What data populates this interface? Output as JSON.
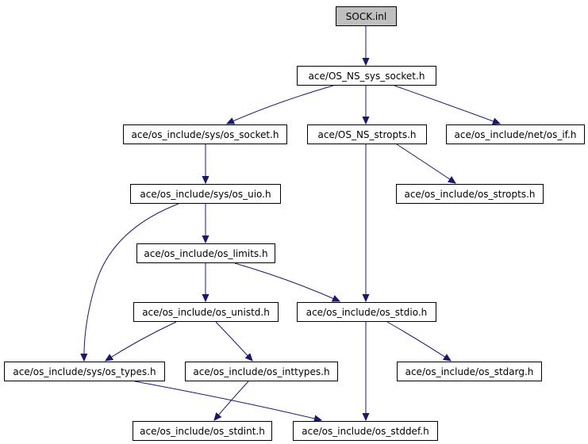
{
  "graph": {
    "colors": {
      "edge": "#191970",
      "node_border": "#000000",
      "root_fill": "#bfbfbf",
      "node_fill": "#ffffff"
    },
    "nodes": [
      {
        "id": "sock",
        "label": "SOCK.inl",
        "root": true
      },
      {
        "id": "ns_sys_socket",
        "label": "ace/OS_NS_sys_socket.h"
      },
      {
        "id": "sys_socket",
        "label": "ace/os_include/sys/os_socket.h"
      },
      {
        "id": "ns_stropts",
        "label": "ace/OS_NS_stropts.h"
      },
      {
        "id": "net_if",
        "label": "ace/os_include/net/os_if.h"
      },
      {
        "id": "sys_uio",
        "label": "ace/os_include/sys/os_uio.h"
      },
      {
        "id": "stropts",
        "label": "ace/os_include/os_stropts.h"
      },
      {
        "id": "limits",
        "label": "ace/os_include/os_limits.h"
      },
      {
        "id": "unistd",
        "label": "ace/os_include/os_unistd.h"
      },
      {
        "id": "stdio",
        "label": "ace/os_include/os_stdio.h"
      },
      {
        "id": "sys_types",
        "label": "ace/os_include/sys/os_types.h"
      },
      {
        "id": "inttypes",
        "label": "ace/os_include/os_inttypes.h"
      },
      {
        "id": "stdarg",
        "label": "ace/os_include/os_stdarg.h"
      },
      {
        "id": "stdint",
        "label": "ace/os_include/os_stdint.h"
      },
      {
        "id": "stddef",
        "label": "ace/os_include/os_stddef.h"
      }
    ],
    "edges": [
      {
        "from": "sock",
        "to": "ns_sys_socket"
      },
      {
        "from": "ns_sys_socket",
        "to": "sys_socket"
      },
      {
        "from": "ns_sys_socket",
        "to": "ns_stropts"
      },
      {
        "from": "ns_sys_socket",
        "to": "net_if"
      },
      {
        "from": "sys_socket",
        "to": "sys_uio"
      },
      {
        "from": "ns_stropts",
        "to": "stropts"
      },
      {
        "from": "ns_stropts",
        "to": "stdio"
      },
      {
        "from": "sys_uio",
        "to": "limits"
      },
      {
        "from": "sys_uio",
        "to": "sys_types"
      },
      {
        "from": "limits",
        "to": "unistd"
      },
      {
        "from": "limits",
        "to": "stdio"
      },
      {
        "from": "unistd",
        "to": "sys_types"
      },
      {
        "from": "unistd",
        "to": "inttypes"
      },
      {
        "from": "stdio",
        "to": "stdarg"
      },
      {
        "from": "stdio",
        "to": "stddef"
      },
      {
        "from": "sys_types",
        "to": "stddef"
      },
      {
        "from": "inttypes",
        "to": "stdint"
      }
    ]
  }
}
